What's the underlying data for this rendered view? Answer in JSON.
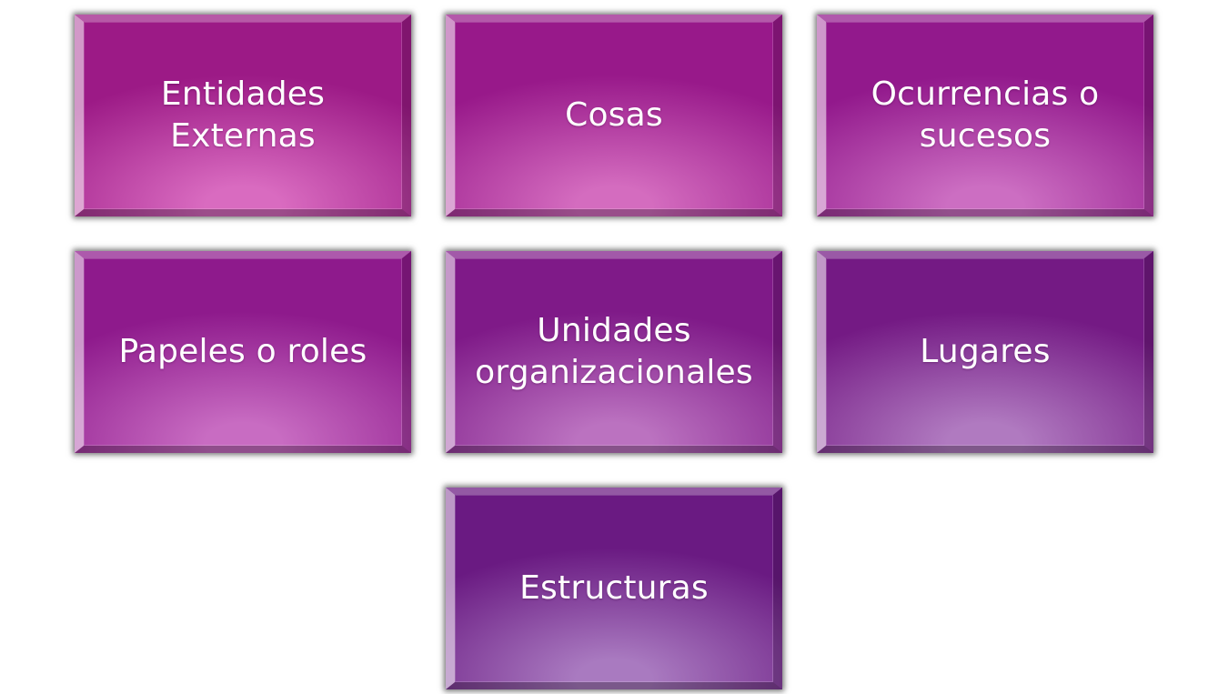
{
  "tiles": [
    {
      "label": "Entidades\nExternas",
      "color_center": "#d96bc0",
      "color_edge": "#9c1a86"
    },
    {
      "label": "Cosas",
      "color_center": "#d46cbf",
      "color_edge": "#98198a"
    },
    {
      "label": "Ocurrencias o\nsucesos",
      "color_center": "#cc6ec2",
      "color_edge": "#92198c"
    },
    {
      "label": "Papeles o roles",
      "color_center": "#c86cc2",
      "color_edge": "#8e1a8c"
    },
    {
      "label": "Unidades\norganizacionales",
      "color_center": "#bb72c0",
      "color_edge": "#7f1a88"
    },
    {
      "label": "Lugares",
      "color_center": "#b07ac0",
      "color_edge": "#741a84"
    },
    {
      "label": "Estructuras",
      "color_center": "#a97ac0",
      "color_edge": "#6a1a82"
    }
  ]
}
